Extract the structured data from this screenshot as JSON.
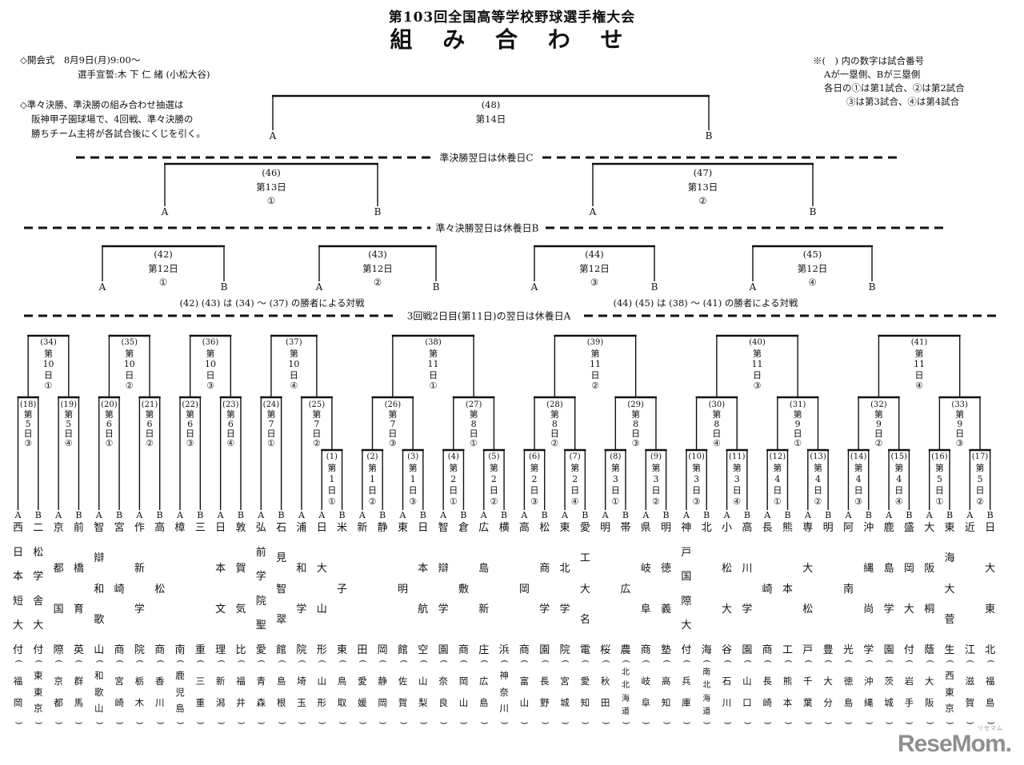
{
  "header": {
    "title": "第103回全国高等学校野球選手権大会",
    "subtitle": "組 み 合 わ せ"
  },
  "notes_left": {
    "opening": "◇開会式　8月9日(月)9:00～",
    "oath": "選手宣誓:木 下 仁 緒 (小松大谷)",
    "draw1": "◇準々決勝、準決勝の組み合わせ抽選は",
    "draw2": "阪神甲子園球場で、4回戦、準々決勝の",
    "draw3": "勝ちチーム主将が各試合後にくじを引く。"
  },
  "notes_right": [
    "※(　) 内の数字は試合番号",
    "Aが一塁側、Bが三塁側",
    "各日の①は第1試合、②は第2試合",
    "③は第3試合、④は第4試合"
  ],
  "separators": [
    {
      "label": "準決勝翌日は休養日C"
    },
    {
      "label": "準々決勝翌日は休養日B"
    },
    {
      "label": "3回戦2日目(第11日)の翌日は休養日A"
    }
  ],
  "pairing_notes": [
    "(42) (43) は (34) ～ (37) の勝者による対戦",
    "(44) (45) は (38) ～ (41) の勝者による対戦"
  ],
  "sides": {
    "a": "A",
    "b": "B"
  },
  "final": {
    "no": "48",
    "day": "14"
  },
  "semifinals": [
    {
      "no": "46",
      "day": "13",
      "slot": "①"
    },
    {
      "no": "47",
      "day": "13",
      "slot": "②"
    }
  ],
  "quarterfinals": [
    {
      "no": "42",
      "day": "12",
      "slot": "①"
    },
    {
      "no": "43",
      "day": "12",
      "slot": "②"
    },
    {
      "no": "44",
      "day": "12",
      "slot": "③"
    },
    {
      "no": "45",
      "day": "12",
      "slot": "④"
    }
  ],
  "round3": [
    {
      "no": "34",
      "day": "10",
      "slot": "①"
    },
    {
      "no": "35",
      "day": "10",
      "slot": "②"
    },
    {
      "no": "36",
      "day": "10",
      "slot": "③"
    },
    {
      "no": "37",
      "day": "10",
      "slot": "④"
    },
    {
      "no": "38",
      "day": "11",
      "slot": "①"
    },
    {
      "no": "39",
      "day": "11",
      "slot": "②"
    },
    {
      "no": "40",
      "day": "11",
      "slot": "③"
    },
    {
      "no": "41",
      "day": "11",
      "slot": "④"
    }
  ],
  "round2": [
    {
      "no": "18",
      "day": "5",
      "slot": "③"
    },
    {
      "no": "19",
      "day": "5",
      "slot": "④"
    },
    {
      "no": "20",
      "day": "6",
      "slot": "①"
    },
    {
      "no": "21",
      "day": "6",
      "slot": "②"
    },
    {
      "no": "22",
      "day": "6",
      "slot": "③"
    },
    {
      "no": "23",
      "day": "6",
      "slot": "④"
    },
    {
      "no": "24",
      "day": "7",
      "slot": "①"
    },
    {
      "no": "25",
      "day": "7",
      "slot": "②"
    },
    {
      "no": "26",
      "day": "7",
      "slot": "③"
    },
    {
      "no": "27",
      "day": "8",
      "slot": "①"
    },
    {
      "no": "28",
      "day": "8",
      "slot": "②"
    },
    {
      "no": "29",
      "day": "8",
      "slot": "③"
    },
    {
      "no": "30",
      "day": "8",
      "slot": "④"
    },
    {
      "no": "31",
      "day": "9",
      "slot": "①"
    },
    {
      "no": "32",
      "day": "9",
      "slot": "②"
    },
    {
      "no": "33",
      "day": "9",
      "slot": "③"
    }
  ],
  "round1": [
    {
      "no": "1",
      "day": "1",
      "slot": "①"
    },
    {
      "no": "2",
      "day": "1",
      "slot": "②"
    },
    {
      "no": "3",
      "day": "1",
      "slot": "③"
    },
    {
      "no": "4",
      "day": "2",
      "slot": "①"
    },
    {
      "no": "5",
      "day": "2",
      "slot": "②"
    },
    {
      "no": "6",
      "day": "2",
      "slot": "③"
    },
    {
      "no": "7",
      "day": "2",
      "slot": "④"
    },
    {
      "no": "8",
      "day": "3",
      "slot": "①"
    },
    {
      "no": "9",
      "day": "3",
      "slot": "②"
    },
    {
      "no": "10",
      "day": "3",
      "slot": "③"
    },
    {
      "no": "11",
      "day": "3",
      "slot": "④"
    },
    {
      "no": "12",
      "day": "4",
      "slot": "①"
    },
    {
      "no": "13",
      "day": "4",
      "slot": "②"
    },
    {
      "no": "14",
      "day": "4",
      "slot": "③"
    },
    {
      "no": "15",
      "day": "4",
      "slot": "④"
    },
    {
      "no": "16",
      "day": "5",
      "slot": "①"
    },
    {
      "no": "17",
      "day": "5",
      "slot": "②"
    }
  ],
  "teams": [
    {
      "side": "A",
      "name": "西日本短大付",
      "pref": "福岡"
    },
    {
      "side": "B",
      "name": "二松学舎大付",
      "pref": "東東京"
    },
    {
      "side": "A",
      "name": "京都国際",
      "pref": "京都"
    },
    {
      "side": "B",
      "name": "前橋育英",
      "pref": "群馬"
    },
    {
      "side": "A",
      "name": "智辯和歌山",
      "pref": "和歌山"
    },
    {
      "side": "B",
      "name": "宮崎商",
      "pref": "宮崎"
    },
    {
      "side": "A",
      "name": "作新学院",
      "pref": "栃木"
    },
    {
      "side": "B",
      "name": "高松商",
      "pref": "香川"
    },
    {
      "side": "A",
      "name": "樟南",
      "pref": "鹿児島"
    },
    {
      "side": "B",
      "name": "三重",
      "pref": "三重"
    },
    {
      "side": "A",
      "name": "日本文理",
      "pref": "新潟"
    },
    {
      "side": "B",
      "name": "敦賀気比",
      "pref": "福井"
    },
    {
      "side": "A",
      "name": "弘前学院聖愛",
      "pref": "青森"
    },
    {
      "side": "B",
      "name": "石見智翠館",
      "pref": "島根"
    },
    {
      "side": "A",
      "name": "浦和学院",
      "pref": "埼玉"
    },
    {
      "side": "A",
      "name": "日大山形",
      "pref": "山形"
    },
    {
      "side": "B",
      "name": "米子東",
      "pref": "鳥取"
    },
    {
      "side": "A",
      "name": "新田",
      "pref": "愛媛"
    },
    {
      "side": "B",
      "name": "静岡",
      "pref": "静岡"
    },
    {
      "side": "A",
      "name": "東明館",
      "pref": "佐賀"
    },
    {
      "side": "B",
      "name": "日本航空",
      "pref": "山梨"
    },
    {
      "side": "A",
      "name": "智辯学園",
      "pref": "奈良"
    },
    {
      "side": "B",
      "name": "倉敷商",
      "pref": "岡山"
    },
    {
      "side": "A",
      "name": "広島新庄",
      "pref": "広島"
    },
    {
      "side": "B",
      "name": "横浜",
      "pref": "神奈川"
    },
    {
      "side": "A",
      "name": "高岡商",
      "pref": "富山"
    },
    {
      "side": "B",
      "name": "松商学園",
      "pref": "長野"
    },
    {
      "side": "A",
      "name": "東北学院",
      "pref": "宮城"
    },
    {
      "side": "B",
      "name": "愛工大名電",
      "pref": "愛知"
    },
    {
      "side": "A",
      "name": "明桜",
      "pref": "秋田"
    },
    {
      "side": "B",
      "name": "帯広農",
      "pref": "北北海道"
    },
    {
      "side": "A",
      "name": "県岐阜商",
      "pref": "岐阜"
    },
    {
      "side": "B",
      "name": "明徳義塾",
      "pref": "高知"
    },
    {
      "side": "A",
      "name": "神戸国際大付",
      "pref": "兵庫"
    },
    {
      "side": "B",
      "name": "北海",
      "pref": "南北海道"
    },
    {
      "side": "A",
      "name": "小松大谷",
      "pref": "石川"
    },
    {
      "side": "B",
      "name": "高川学園",
      "pref": "山口"
    },
    {
      "side": "A",
      "name": "長崎商",
      "pref": "長崎"
    },
    {
      "side": "B",
      "name": "熊本工",
      "pref": "熊本"
    },
    {
      "side": "A",
      "name": "専大松戸",
      "pref": "千葉"
    },
    {
      "side": "B",
      "name": "明豊",
      "pref": "大分"
    },
    {
      "side": "A",
      "name": "阿南光",
      "pref": "徳島"
    },
    {
      "side": "B",
      "name": "沖縄尚学",
      "pref": "沖縄"
    },
    {
      "side": "A",
      "name": "鹿島学園",
      "pref": "茨城"
    },
    {
      "side": "B",
      "name": "盛岡大付",
      "pref": "岩手"
    },
    {
      "side": "A",
      "name": "大阪桐蔭",
      "pref": "大阪"
    },
    {
      "side": "B",
      "name": "東海大菅生",
      "pref": "西東京"
    },
    {
      "side": "A",
      "name": "近江",
      "pref": "滋賀"
    },
    {
      "side": "B",
      "name": "日大東北",
      "pref": "福島"
    }
  ],
  "watermark": {
    "text": "ReseMom.",
    "ruby": "リセマム"
  }
}
